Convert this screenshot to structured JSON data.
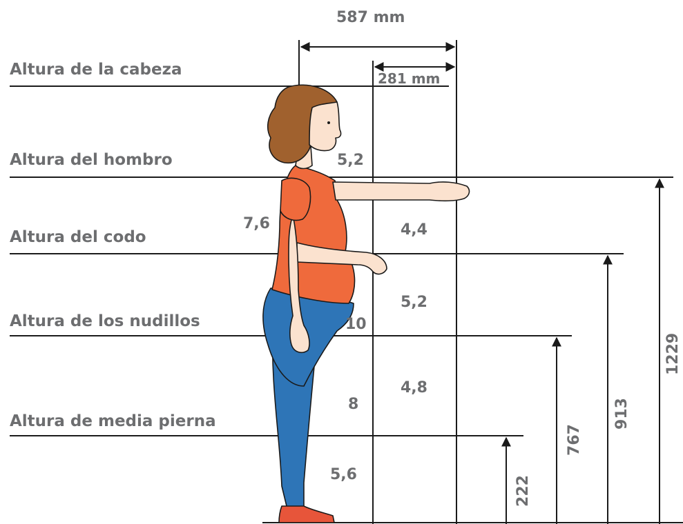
{
  "levels": {
    "head": "Altura de la cabeza",
    "shoulder": "Altura del hombro",
    "elbow": "Altura del codo",
    "knuckles": "Altura de los nudillos",
    "midleg": "Altura de media pierna"
  },
  "top_dims": {
    "total": "587 mm",
    "reach": "281 mm"
  },
  "heights": {
    "shoulder": "1229",
    "elbow": "913",
    "knuckles": "767",
    "midleg": "222"
  },
  "segments": {
    "torso_width": "7,6",
    "head_shoulder": "5,2",
    "shoulder_elbow": "4,4",
    "elbow_knuckles": "5,2",
    "belly": "10",
    "knuckles_midleg": "4,8",
    "thigh": "8",
    "lower_leg": "5,6"
  },
  "colors": {
    "line": "#1a1a1a",
    "text": "#6d6e70",
    "hair": "#a0612e",
    "shirt": "#ef6a3c",
    "pants": "#2e75b7",
    "skin": "#fbe2cf",
    "shoe": "#e7553a"
  }
}
